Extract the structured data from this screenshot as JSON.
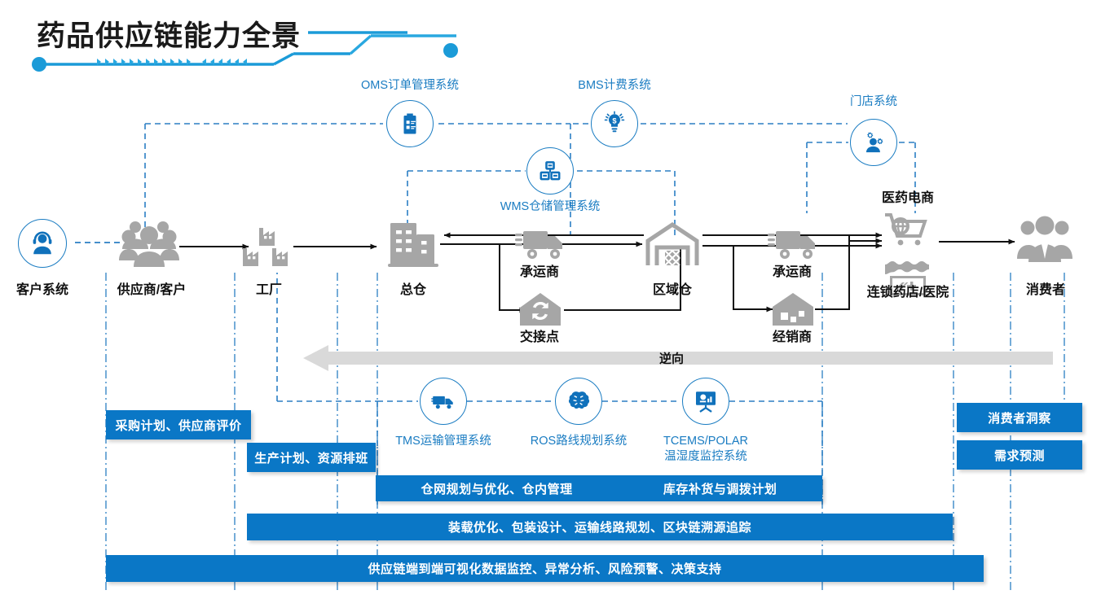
{
  "page": {
    "title": "药品供应链能力全景",
    "accent_blue": "#1a7cc2",
    "bar_blue": "#0a77c6",
    "node_gray": "#a6a6a6",
    "reverse_band_gray": "#d9d9d9"
  },
  "systems": [
    {
      "id": "oms",
      "label": "OMS订单管理系统",
      "icon": "clipboard-icon"
    },
    {
      "id": "bms",
      "label": "BMS计费系统",
      "icon": "lightbulb-dollar-icon"
    },
    {
      "id": "wms",
      "label": "WMS仓储管理系统",
      "icon": "boxes-icon"
    },
    {
      "id": "store",
      "label": "门店系统",
      "icon": "person-gears-icon"
    },
    {
      "id": "tms",
      "label": "TMS运输管理系统",
      "icon": "truck-icon"
    },
    {
      "id": "ros",
      "label": "ROS路线规划系统",
      "icon": "brain-icon"
    },
    {
      "id": "tcems",
      "label_line1": "TCEMS/POLAR",
      "label_line2": "温湿度监控系统",
      "icon": "presentation-chart-icon"
    }
  ],
  "nodes": [
    {
      "id": "customer-system",
      "label": "客户系统",
      "icon": "headset-person-icon"
    },
    {
      "id": "supplier",
      "label": "供应商/客户",
      "icon": "people-group-icon"
    },
    {
      "id": "factory",
      "label": "工厂",
      "icon": "factory-icon"
    },
    {
      "id": "central-wh",
      "label": "总仓",
      "icon": "office-building-icon"
    },
    {
      "id": "carrier-1",
      "label": "承运商",
      "icon": "delivery-truck-icon"
    },
    {
      "id": "handover",
      "label": "交接点",
      "icon": "house-refresh-icon"
    },
    {
      "id": "regional-wh",
      "label": "区域仓",
      "icon": "warehouse-icon"
    },
    {
      "id": "carrier-2",
      "label": "承运商",
      "icon": "delivery-truck-icon"
    },
    {
      "id": "dealer",
      "label": "经销商",
      "icon": "small-warehouse-icon"
    },
    {
      "id": "ecommerce",
      "label": "医药电商",
      "icon": "shopping-cart-globe-icon"
    },
    {
      "id": "pharmacy",
      "label": "连锁药店/医院",
      "icon": "pharmacy-shop-icon"
    },
    {
      "id": "consumer",
      "label": "消费者",
      "icon": "consumers-icon"
    }
  ],
  "reverse_flow": {
    "label": "逆向"
  },
  "capability_bars": [
    {
      "id": "procurement",
      "labels": [
        "采购计划、供应商评价"
      ]
    },
    {
      "id": "production",
      "labels": [
        "生产计划、资源排班"
      ]
    },
    {
      "id": "consumer-insight",
      "labels": [
        "消费者洞察"
      ]
    },
    {
      "id": "demand-forecast",
      "labels": [
        "需求预测"
      ]
    },
    {
      "id": "warehouse-planning",
      "labels": [
        "仓网规划与优化、仓内管理",
        "库存补货与调拨计划"
      ]
    },
    {
      "id": "transport-planning",
      "labels": [
        "装载优化、包装设计、运输线路规划、区块链溯源追踪"
      ]
    },
    {
      "id": "visibility",
      "labels": [
        "供应链端到端可视化数据监控、异常分析、风险预警、决策支持"
      ]
    }
  ]
}
